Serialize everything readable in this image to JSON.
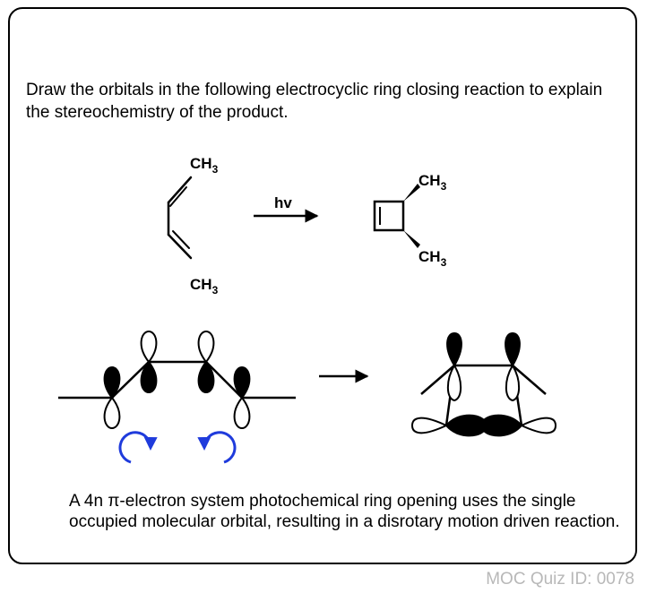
{
  "question": "Draw the orbitals in the following electrocyclic ring closing reaction to explain the stereochemistry of the product.",
  "reactant": {
    "top_group_main": "CH",
    "top_group_sub": "3",
    "bottom_group_main": "CH",
    "bottom_group_sub": "3"
  },
  "reagent": "hv",
  "product": {
    "top_group_main": "CH",
    "top_group_sub": "3",
    "bottom_group_main": "CH",
    "bottom_group_sub": "3"
  },
  "explanation": "A 4n π-electron system photochemical ring opening uses the single occupied molecular orbital, resulting in a disrotary motion driven reaction.",
  "quiz_id": "MOC Quiz ID: 0078",
  "colors": {
    "rotation_arrows": "#1f3bdc",
    "ink": "#000000",
    "quiz_id": "#b8b8b8"
  }
}
